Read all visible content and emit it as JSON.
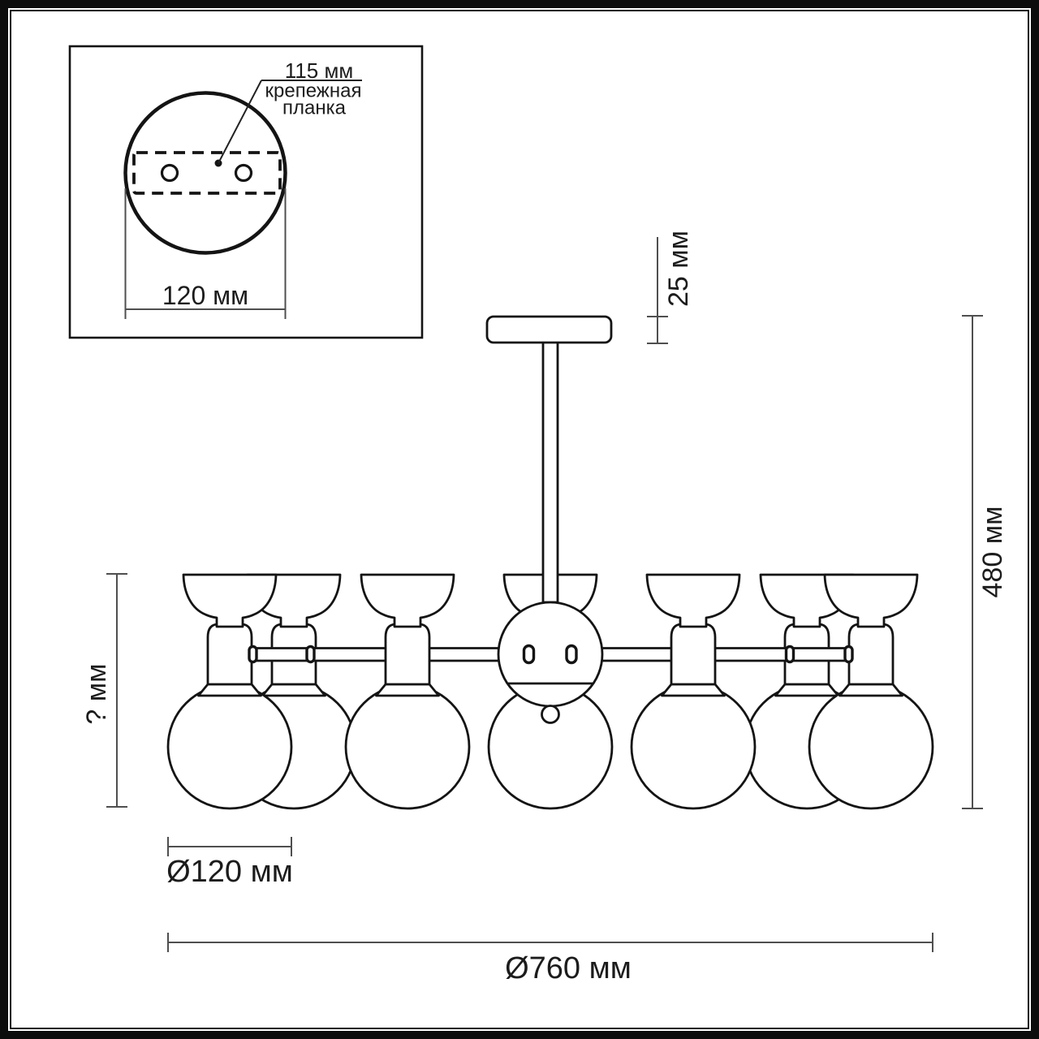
{
  "inset": {
    "hole_spacing": "115 мм",
    "mount_label_line1": "крепежная",
    "mount_label_line2": "планка",
    "plate_width": "120 мм"
  },
  "dimensions": {
    "canopy_height": "25 мм",
    "fixture_height": "480 мм",
    "shade_assembly_height": "? мм",
    "shade_diameter": "Ø120 мм",
    "fixture_diameter": "Ø760 мм"
  },
  "figure": {
    "visible_shade_count": 7
  },
  "colors": {
    "line": "#141414",
    "dimension_line": "#4f4f4f",
    "background": "#ffffff"
  }
}
